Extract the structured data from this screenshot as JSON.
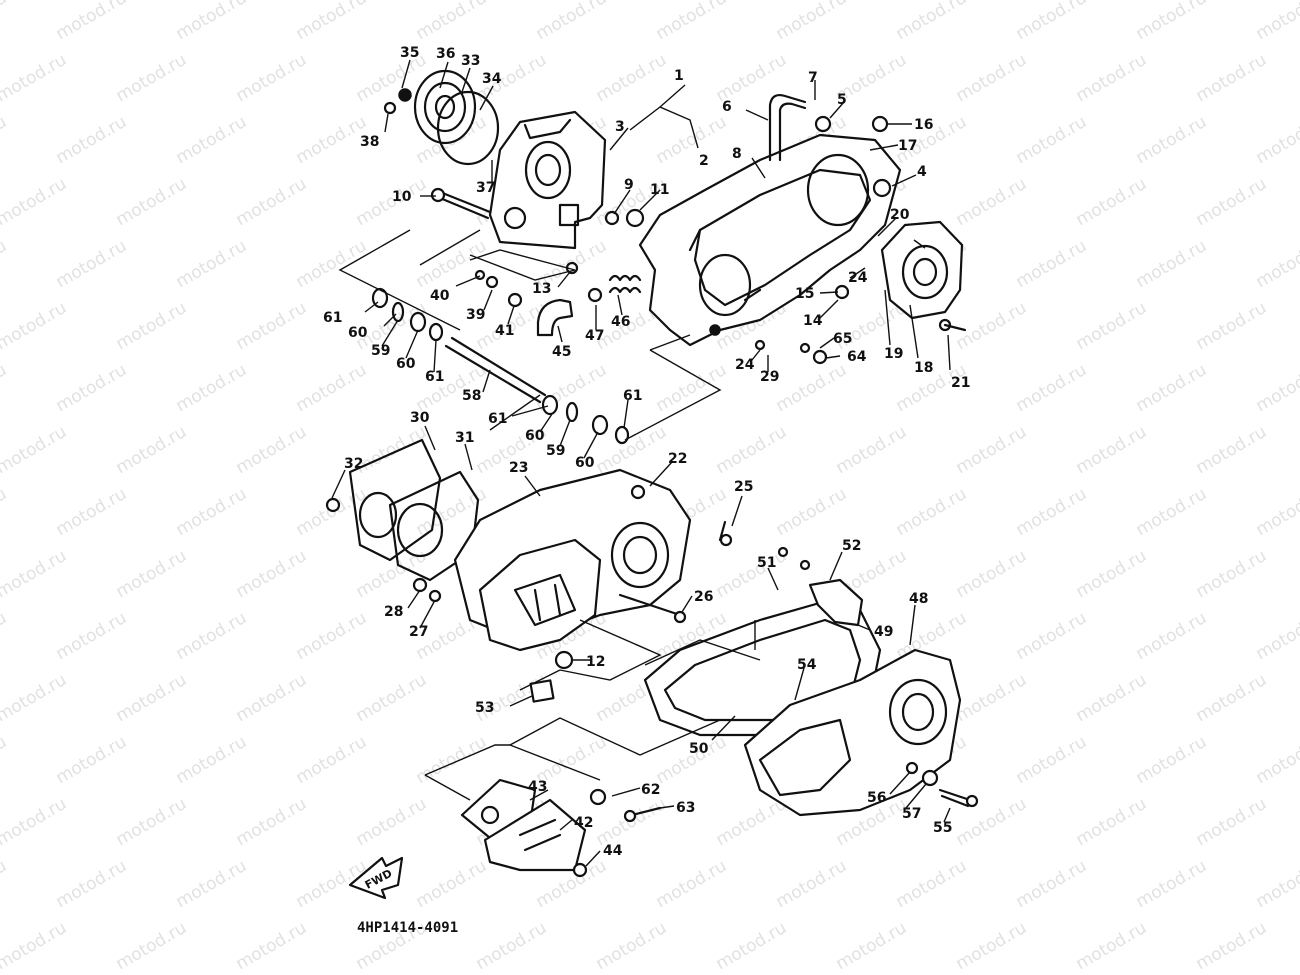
{
  "watermark": {
    "text": "motod.ru"
  },
  "diagram": {
    "code": "4HP1414-4091",
    "fwd_label": "FWD",
    "callouts": [
      "1",
      "2",
      "3",
      "4",
      "5",
      "6",
      "7",
      "8",
      "9",
      "10",
      "11",
      "12",
      "13",
      "14",
      "15",
      "16",
      "17",
      "18",
      "19",
      "20",
      "21",
      "22",
      "23",
      "24",
      "25",
      "26",
      "27",
      "28",
      "29",
      "30",
      "31",
      "32",
      "33",
      "34",
      "35",
      "36",
      "37",
      "38",
      "39",
      "40",
      "41",
      "42",
      "43",
      "44",
      "45",
      "46",
      "47",
      "48",
      "49",
      "50",
      "51",
      "52",
      "53",
      "54",
      "55",
      "56",
      "57",
      "58",
      "59",
      "60",
      "61",
      "62",
      "63",
      "64",
      "65"
    ]
  }
}
